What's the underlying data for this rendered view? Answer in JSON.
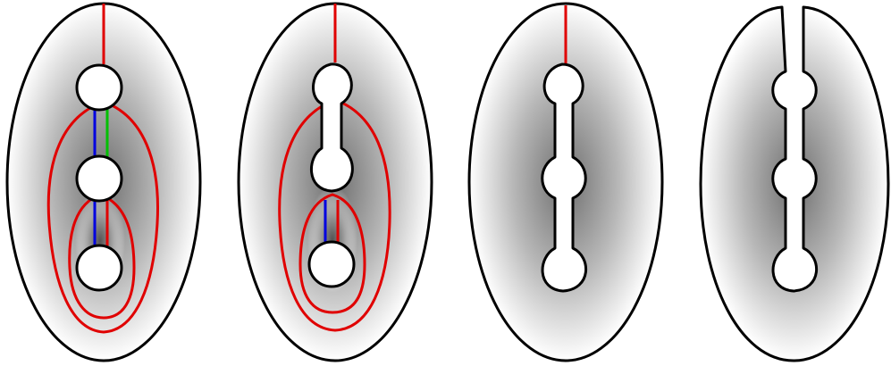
{
  "diagram": {
    "description_visible_text": "",
    "panel_count": 4,
    "colors": {
      "outline": "#000000",
      "cut_red": "#e00000",
      "cut_blue": "#0000e0",
      "cut_green": "#00c000",
      "hole_fill": "#ffffff",
      "shade_dark": "#707070",
      "shade_light": "#ffffff"
    },
    "panels": [
      {
        "id": "panel-1",
        "holes": 3,
        "cuts": [
          "red-top",
          "blue",
          "green",
          "red-loop-outer",
          "red-loop-inner",
          "blue-lower"
        ]
      },
      {
        "id": "panel-2",
        "holes": 3,
        "cuts": [
          "red-top",
          "red-loop-outer",
          "red-loop-inner",
          "blue-lower"
        ],
        "merged_pairs": 1
      },
      {
        "id": "panel-3",
        "holes": 3,
        "cuts": [
          "red-top"
        ],
        "merged_pairs": 2
      },
      {
        "id": "panel-4",
        "holes": 3,
        "cuts": [],
        "merged_pairs": 2,
        "opened_to_boundary": true
      }
    ]
  }
}
